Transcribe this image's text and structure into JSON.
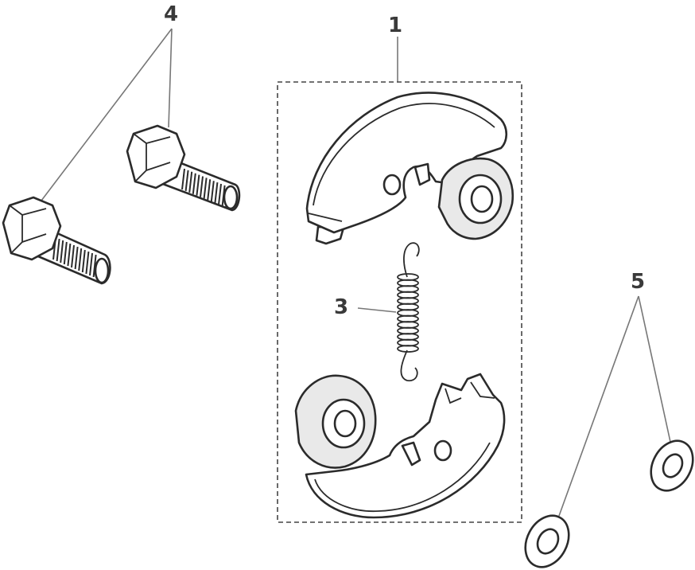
{
  "callouts": {
    "c1": "1",
    "c3": "3",
    "c4": "4",
    "c5": "5"
  }
}
